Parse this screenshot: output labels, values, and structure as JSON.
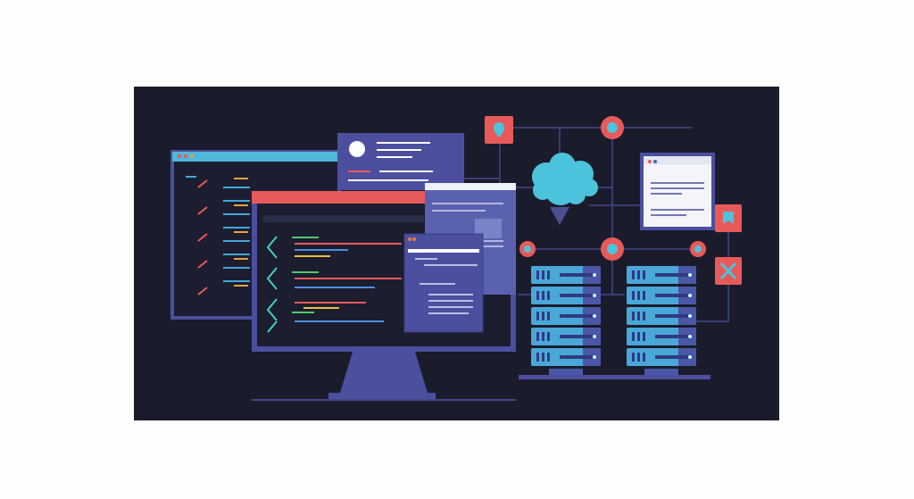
{
  "colors": {
    "background": "#fdfdfb",
    "panel": "#1b1c2b",
    "frame": "#4a4f9e",
    "accent_red": "#e85a5a",
    "accent_cyan": "#4cc3dc",
    "server": "#4aa8d8",
    "server_dark": "#4a56a8"
  },
  "icons": [
    "code-window",
    "monitor",
    "cloud-brain",
    "server-rack",
    "location-pin-icon",
    "bookmark-icon",
    "close-icon",
    "network-node"
  ]
}
